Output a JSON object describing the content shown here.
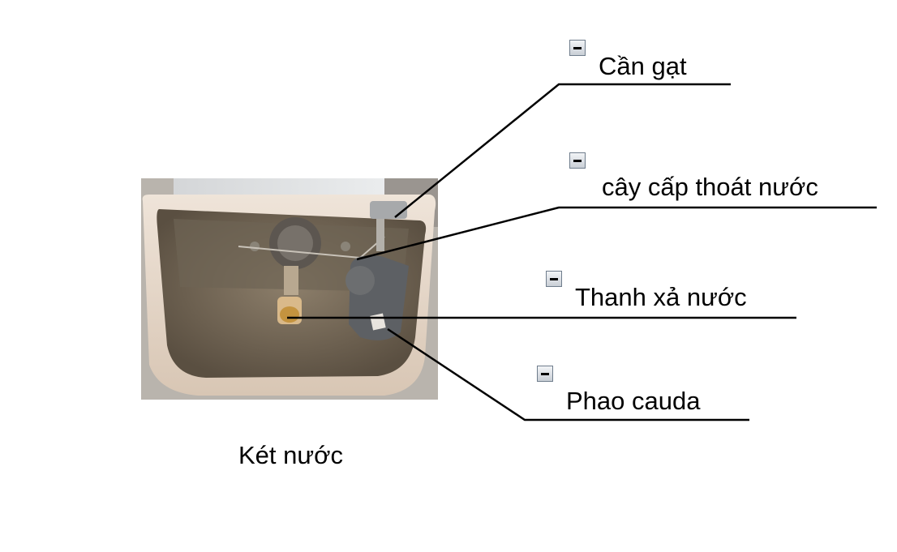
{
  "caption": "Két nước",
  "labels": [
    {
      "id": "can-gat",
      "text": "Cần gạt"
    },
    {
      "id": "cay-cap-thoat-nuoc",
      "text": "cây cấp thoát nước"
    },
    {
      "id": "thanh-xa-nuoc",
      "text": "Thanh xả nước"
    },
    {
      "id": "phao-cauda",
      "text": "Phao cauda"
    }
  ],
  "collapse_icon": "minus-box-icon"
}
